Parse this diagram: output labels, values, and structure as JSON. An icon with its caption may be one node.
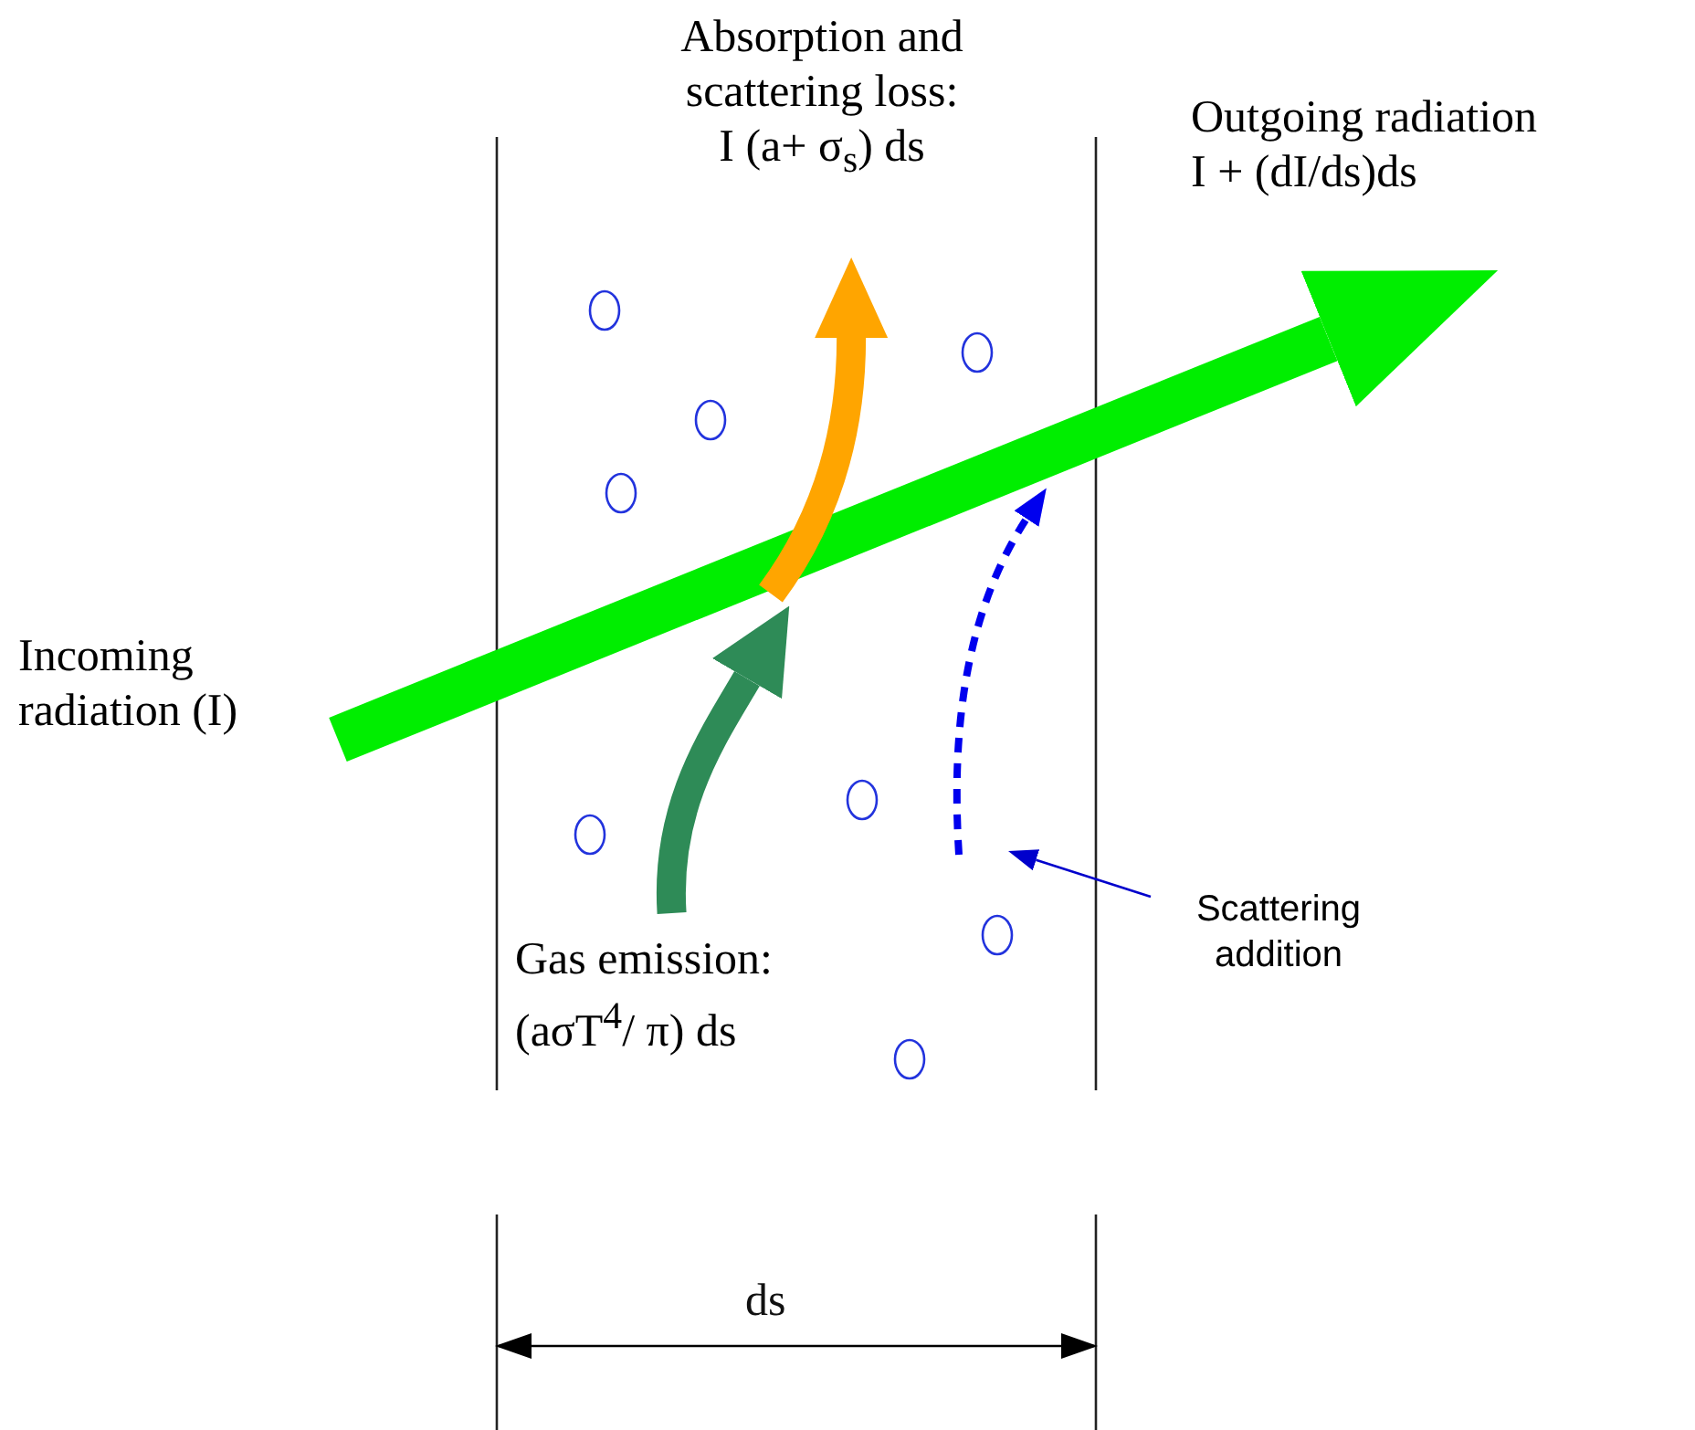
{
  "diagram": {
    "nodes": [
      {
        "text": [
          "Absorption and scattering loss:",
          "I (a+ σ$_{s}$) ds"
        ]
      },
      {
        "text": [
          "Outgoing radiation",
          "I + (dI/ds)ds"
        ]
      },
      {
        "text": [
          "Incoming radiation (I)"
        ]
      },
      {
        "text": [
          "Gas emission:",
          "(aσT$^{4}$/ π) ds"
        ]
      },
      {
        "text": [
          "Scattering addition"
        ]
      }
    ],
    "edges": [
      {
        "from": 2,
        "to": 1,
        "arrow": "to",
        "color": "#00ee00"
      },
      {
        "from": null,
        "to": 0,
        "arrow": "to",
        "color": "#ffa500"
      },
      {
        "from": 3,
        "to": null,
        "arrow": "to",
        "color": "#2e8b57"
      },
      {
        "from": 4,
        "to": null,
        "arrow": "to",
        "color": "#0000cc"
      }
    ],
    "labels": [
      "ds"
    ]
  }
}
